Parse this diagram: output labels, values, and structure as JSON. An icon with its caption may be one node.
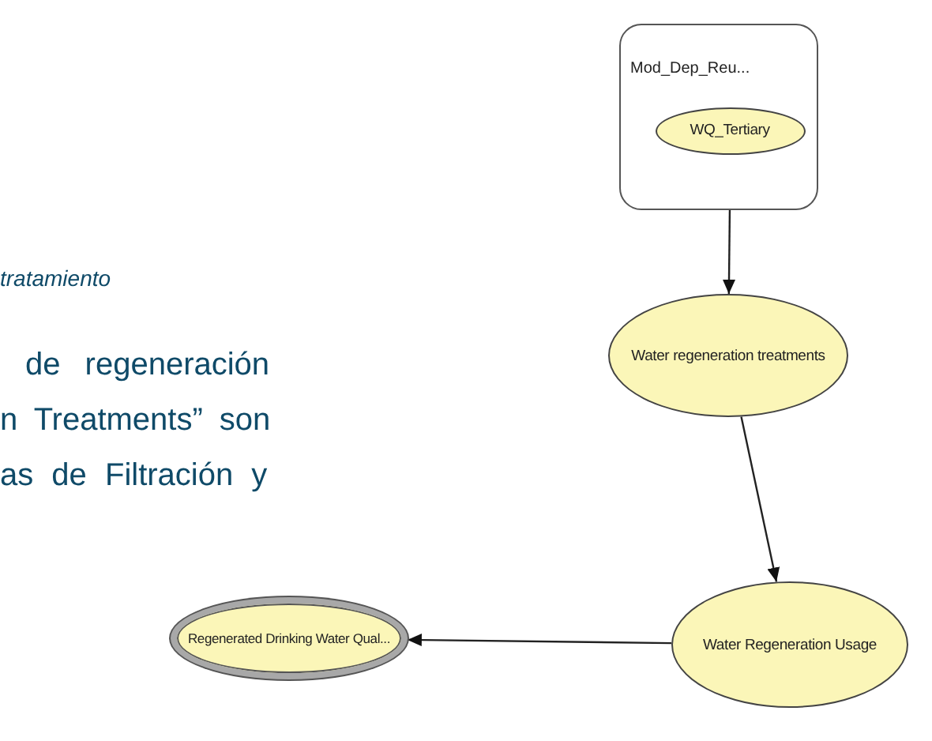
{
  "diagram": {
    "nodes": [
      {
        "text": [
          "Mod_Dep_Reu..."
        ]
      },
      {
        "text": [
          "WQ_Tertiary"
        ],
        "in": 0
      },
      {
        "text": [
          "Water regeneration treatments"
        ]
      },
      {
        "text": [
          "Water Regeneration Usage"
        ]
      },
      {
        "text": [
          "Regenerated Drinking Water Qual..."
        ]
      }
    ],
    "edges": [
      {
        "from": 1,
        "to": 2,
        "arrow": "to"
      },
      {
        "from": 2,
        "to": 3,
        "arrow": "to"
      },
      {
        "from": 3,
        "to": 4,
        "arrow": "to"
      }
    ],
    "labels": [
      "tratamiento",
      "de regeneración",
      "n Treatments” son",
      "as de Filtración y"
    ]
  }
}
